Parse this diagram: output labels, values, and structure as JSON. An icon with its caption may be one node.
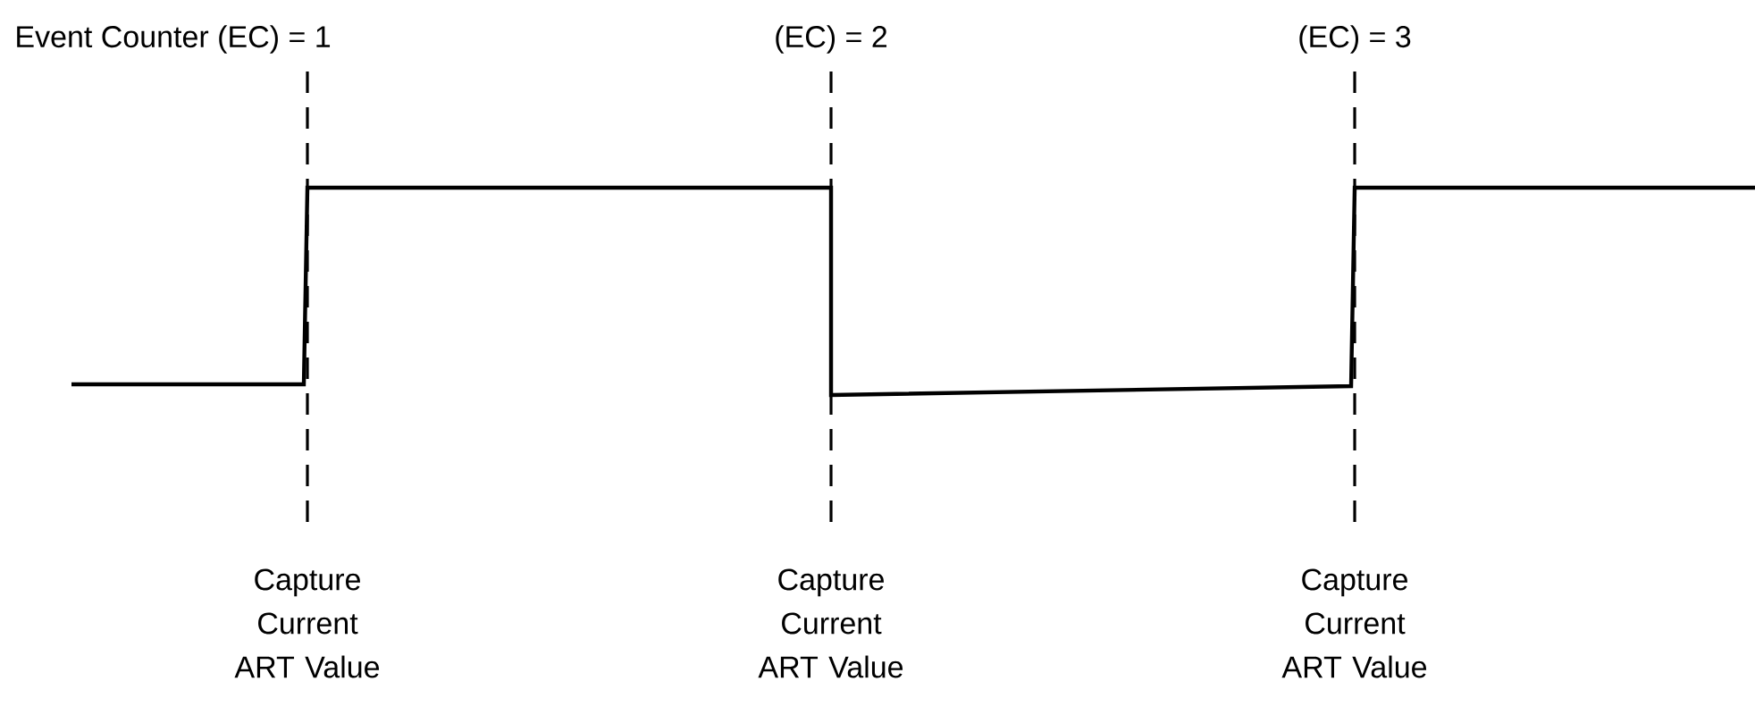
{
  "diagram": {
    "labels": [
      "Event Counter (EC) = 1",
      "(EC) = 2",
      "(EC) = 3",
      "Capture Current ART Value",
      "Capture Current ART Value",
      "Capture Current ART Value"
    ]
  }
}
